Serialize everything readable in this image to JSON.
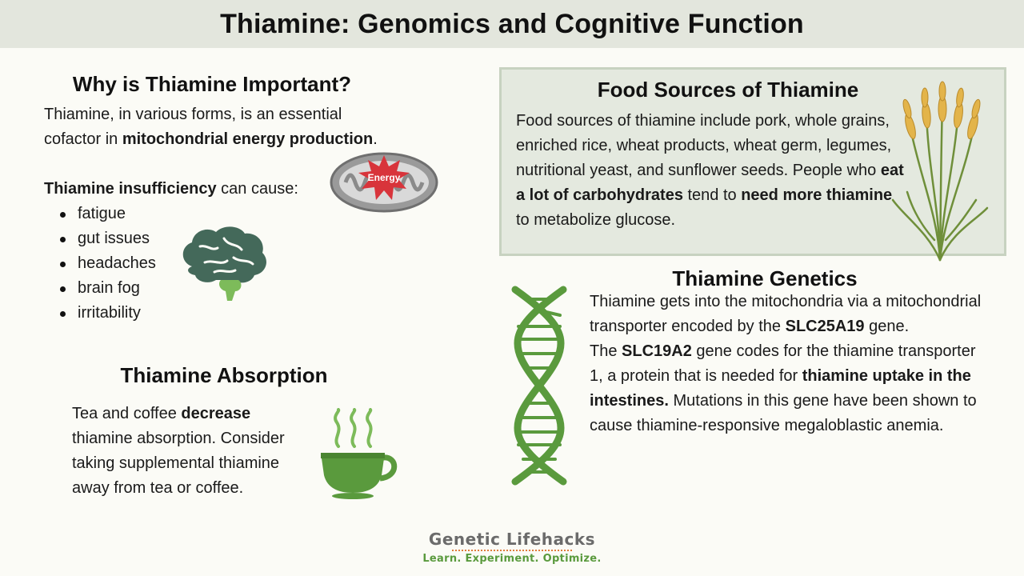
{
  "title": "Thiamine: Genomics and Cognitive Function",
  "importance": {
    "heading": "Why is Thiamine Important?",
    "intro_pre": "Thiamine, in various forms, is an essential cofactor in ",
    "intro_bold": "mitochondrial energy production",
    "intro_post": ".",
    "insufficiency_bold": "Thiamine insufficiency",
    "insufficiency_post": " can cause:",
    "symptoms": [
      "fatigue",
      "gut issues",
      "headaches",
      "brain fog",
      "irritability"
    ],
    "energy_label": "Energy"
  },
  "food": {
    "heading": "Food Sources of Thiamine",
    "text_1": "Food sources of thiamine include pork, whole grains, enriched rice, wheat products, wheat germ, legumes, nutritional yeast, and sunflower seeds. People who ",
    "bold_1": "eat a lot of carbohydrates",
    "text_2": " tend to ",
    "bold_2": "need more thiamine",
    "text_3": " to metabolize glucose."
  },
  "genetics": {
    "heading": "Thiamine Genetics",
    "text_1": "Thiamine gets into the mitochondria via a mitochondrial transporter encoded by the ",
    "gene_1": "SLC25A19",
    "text_2": " gene.",
    "text_3": "The ",
    "gene_2": "SLC19A2",
    "text_4": " gene codes for the thiamine transporter 1, a protein that is needed for ",
    "bold_1": "thiamine uptake in the intestines.",
    "text_5": " Mutations in this gene have been shown to cause thiamine-responsive megaloblastic anemia."
  },
  "absorption": {
    "heading": "Thiamine Absorption",
    "text_1": "Tea and coffee ",
    "bold_1": "decrease",
    "text_2": " thiamine absorption. Consider taking supplemental thiamine away from tea or coffee."
  },
  "footer": {
    "brand": "Genetic Lifehacks",
    "tagline": "Learn. Experiment. Optimize."
  },
  "colors": {
    "accent_green": "#5a9a3d",
    "brain_green": "#44695a",
    "energy_red": "#d8343b",
    "box_bg": "#e4e9df"
  }
}
